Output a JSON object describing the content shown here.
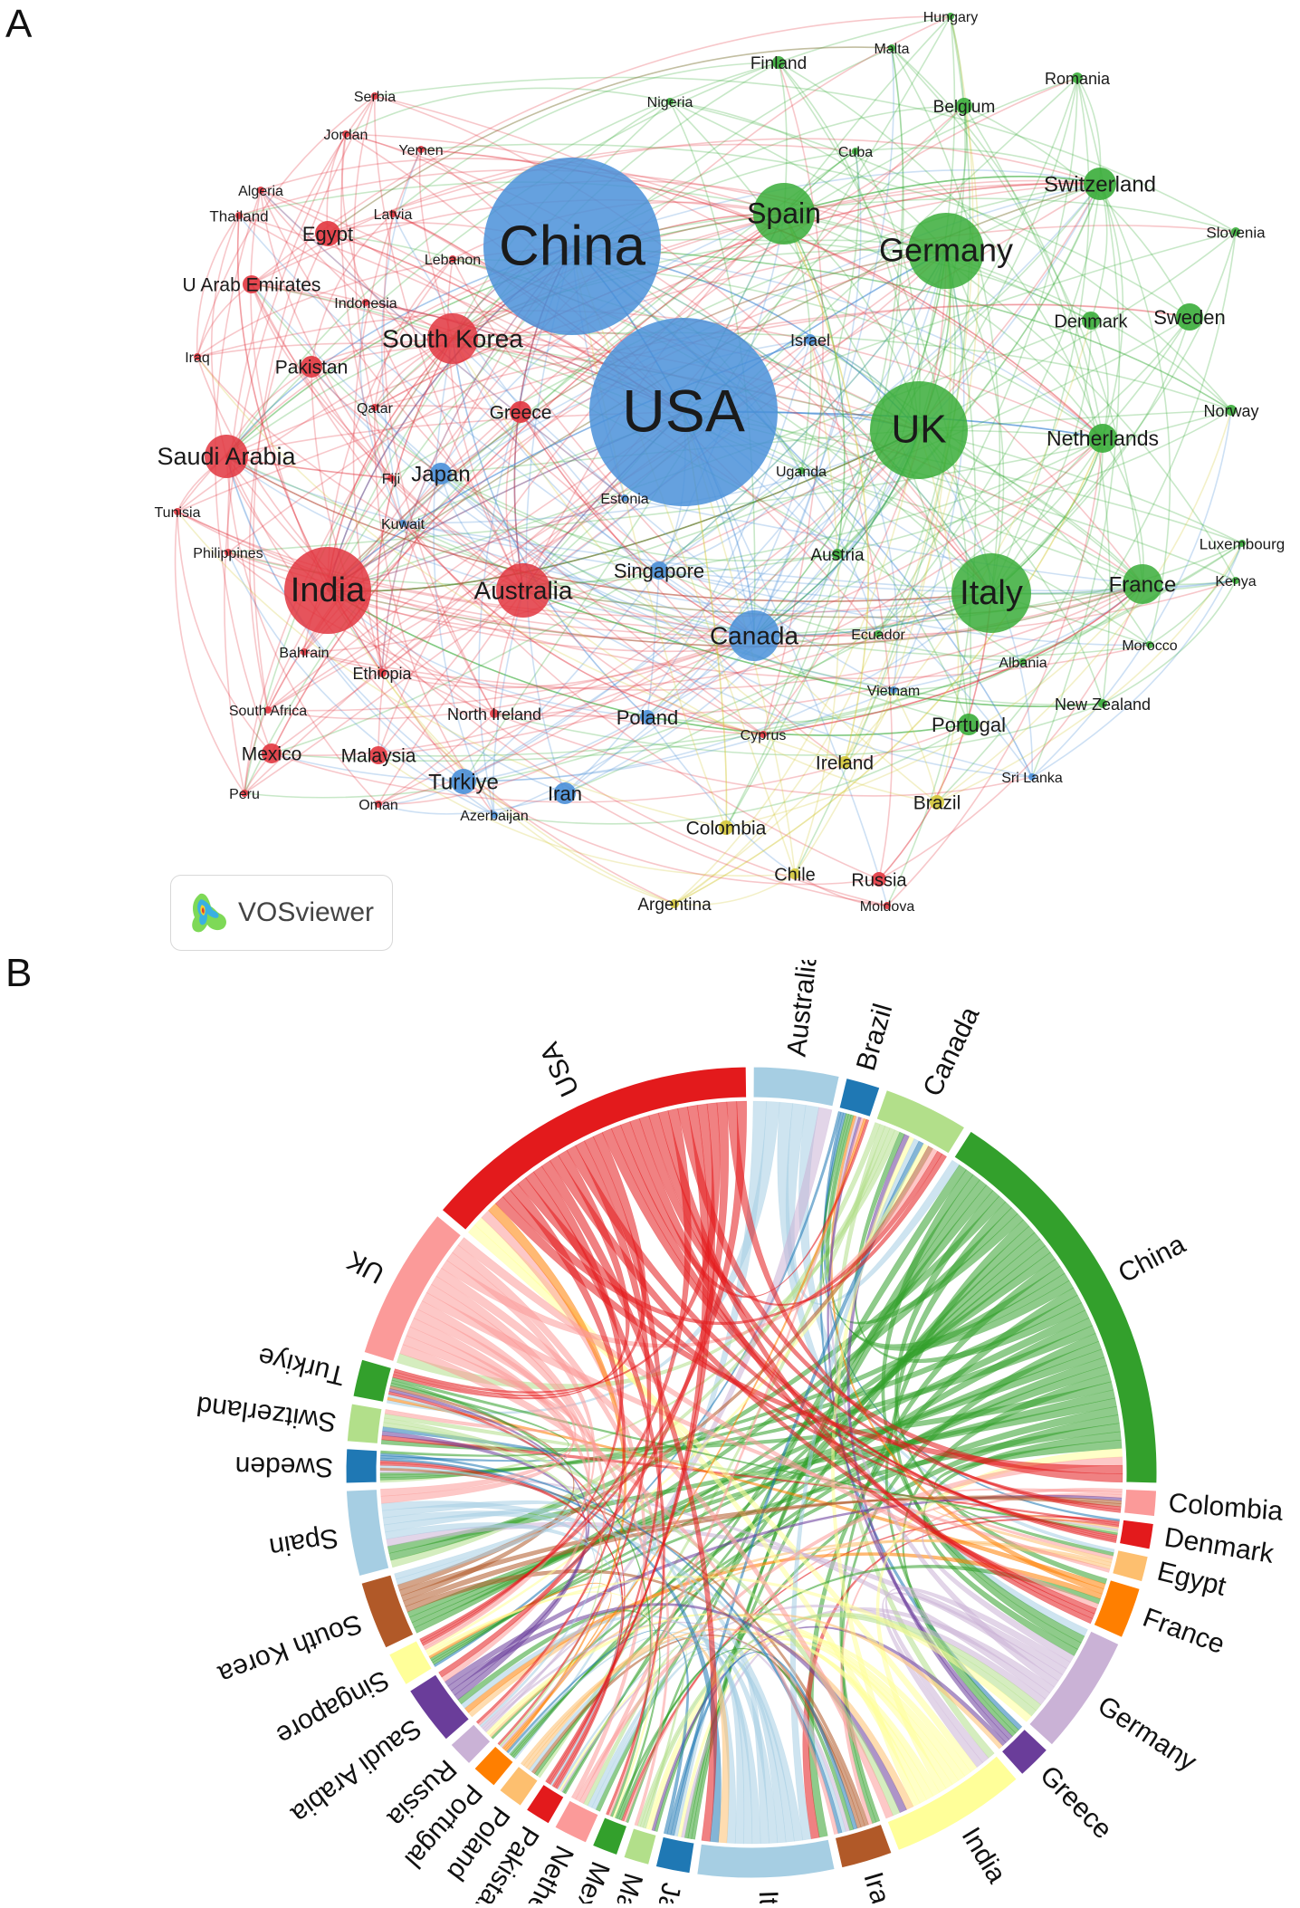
{
  "panels": {
    "a_letter": "A",
    "b_letter": "B",
    "vosviewer_label": "VOSviewer"
  },
  "colors": {
    "red": "#e2363f",
    "blue": "#4a90d9",
    "green": "#3aad3a",
    "yellow": "#d4c83a"
  },
  "network": {
    "nodes": [
      {
        "name": "China",
        "cluster": "blue",
        "size": 98,
        "fs": 62
      },
      {
        "name": "USA",
        "cluster": "blue",
        "size": 104,
        "fs": 66
      },
      {
        "name": "Germany",
        "cluster": "green",
        "size": 42,
        "fs": 36
      },
      {
        "name": "UK",
        "cluster": "green",
        "size": 54,
        "fs": 44
      },
      {
        "name": "Spain",
        "cluster": "green",
        "size": 34,
        "fs": 32
      },
      {
        "name": "Italy",
        "cluster": "green",
        "size": 44,
        "fs": 38
      },
      {
        "name": "India",
        "cluster": "red",
        "size": 48,
        "fs": 38
      },
      {
        "name": "Australia",
        "cluster": "red",
        "size": 30,
        "fs": 28
      },
      {
        "name": "South Korea",
        "cluster": "red",
        "size": 28,
        "fs": 28
      },
      {
        "name": "Saudi Arabia",
        "cluster": "red",
        "size": 24,
        "fs": 27
      },
      {
        "name": "Canada",
        "cluster": "blue",
        "size": 28,
        "fs": 28
      },
      {
        "name": "France",
        "cluster": "green",
        "size": 22,
        "fs": 24
      },
      {
        "name": "Switzerland",
        "cluster": "green",
        "size": 18,
        "fs": 24
      },
      {
        "name": "Netherlands",
        "cluster": "green",
        "size": 16,
        "fs": 23
      },
      {
        "name": "Sweden",
        "cluster": "green",
        "size": 15,
        "fs": 22
      },
      {
        "name": "Denmark",
        "cluster": "green",
        "size": 10,
        "fs": 20
      },
      {
        "name": "Belgium",
        "cluster": "green",
        "size": 9,
        "fs": 19
      },
      {
        "name": "Finland",
        "cluster": "green",
        "size": 7,
        "fs": 19
      },
      {
        "name": "Romania",
        "cluster": "green",
        "size": 6,
        "fs": 18
      },
      {
        "name": "Norway",
        "cluster": "green",
        "size": 6,
        "fs": 18
      },
      {
        "name": "Slovenia",
        "cluster": "green",
        "size": 5,
        "fs": 17
      },
      {
        "name": "Hungary",
        "cluster": "green",
        "size": 4,
        "fs": 16
      },
      {
        "name": "Malta",
        "cluster": "green",
        "size": 4,
        "fs": 16
      },
      {
        "name": "Cuba",
        "cluster": "green",
        "size": 4,
        "fs": 16
      },
      {
        "name": "Luxembourg",
        "cluster": "green",
        "size": 4,
        "fs": 17
      },
      {
        "name": "Kenya",
        "cluster": "green",
        "size": 4,
        "fs": 16
      },
      {
        "name": "Morocco",
        "cluster": "green",
        "size": 4,
        "fs": 16
      },
      {
        "name": "Austria",
        "cluster": "green",
        "size": 6,
        "fs": 19
      },
      {
        "name": "Albania",
        "cluster": "green",
        "size": 4,
        "fs": 16
      },
      {
        "name": "New Zealand",
        "cluster": "green",
        "size": 5,
        "fs": 18
      },
      {
        "name": "Portugal",
        "cluster": "green",
        "size": 12,
        "fs": 22
      },
      {
        "name": "Ecuador",
        "cluster": "green",
        "size": 4,
        "fs": 16
      },
      {
        "name": "Uganda",
        "cluster": "green",
        "size": 4,
        "fs": 16
      },
      {
        "name": "Nigeria",
        "cluster": "green",
        "size": 4,
        "fs": 16
      },
      {
        "name": "Israel",
        "cluster": "blue",
        "size": 6,
        "fs": 18
      },
      {
        "name": "Singapore",
        "cluster": "blue",
        "size": 10,
        "fs": 22
      },
      {
        "name": "Japan",
        "cluster": "blue",
        "size": 12,
        "fs": 24
      },
      {
        "name": "Poland",
        "cluster": "blue",
        "size": 8,
        "fs": 22
      },
      {
        "name": "Turkiye",
        "cluster": "blue",
        "size": 14,
        "fs": 24
      },
      {
        "name": "Iran",
        "cluster": "blue",
        "size": 12,
        "fs": 22
      },
      {
        "name": "Estonia",
        "cluster": "blue",
        "size": 4,
        "fs": 16
      },
      {
        "name": "Kuwait",
        "cluster": "blue",
        "size": 4,
        "fs": 16
      },
      {
        "name": "Vietnam",
        "cluster": "blue",
        "size": 4,
        "fs": 16
      },
      {
        "name": "Sri Lanka",
        "cluster": "blue",
        "size": 4,
        "fs": 16
      },
      {
        "name": "Azerbaijan",
        "cluster": "blue",
        "size": 4,
        "fs": 16
      },
      {
        "name": "Egypt",
        "cluster": "red",
        "size": 14,
        "fs": 22
      },
      {
        "name": "Pakistan",
        "cluster": "red",
        "size": 12,
        "fs": 21
      },
      {
        "name": "Greece",
        "cluster": "red",
        "size": 12,
        "fs": 21
      },
      {
        "name": "U Arab Emirates",
        "cluster": "red",
        "size": 10,
        "fs": 21
      },
      {
        "name": "Mexico",
        "cluster": "red",
        "size": 11,
        "fs": 21
      },
      {
        "name": "Malaysia",
        "cluster": "red",
        "size": 10,
        "fs": 21
      },
      {
        "name": "North Ireland",
        "cluster": "red",
        "size": 5,
        "fs": 18
      },
      {
        "name": "Ethiopia",
        "cluster": "red",
        "size": 5,
        "fs": 18
      },
      {
        "name": "Bahrain",
        "cluster": "red",
        "size": 4,
        "fs": 16
      },
      {
        "name": "South Africa",
        "cluster": "red",
        "size": 4,
        "fs": 16
      },
      {
        "name": "Peru",
        "cluster": "red",
        "size": 4,
        "fs": 16
      },
      {
        "name": "Oman",
        "cluster": "red",
        "size": 4,
        "fs": 16
      },
      {
        "name": "Philippines",
        "cluster": "red",
        "size": 4,
        "fs": 16
      },
      {
        "name": "Tunisia",
        "cluster": "red",
        "size": 4,
        "fs": 16
      },
      {
        "name": "Iraq",
        "cluster": "red",
        "size": 4,
        "fs": 16
      },
      {
        "name": "Indonesia",
        "cluster": "red",
        "size": 4,
        "fs": 16
      },
      {
        "name": "Thailand",
        "cluster": "red",
        "size": 4,
        "fs": 17
      },
      {
        "name": "Algeria",
        "cluster": "red",
        "size": 4,
        "fs": 16
      },
      {
        "name": "Latvia",
        "cluster": "red",
        "size": 4,
        "fs": 16
      },
      {
        "name": "Lebanon",
        "cluster": "red",
        "size": 4,
        "fs": 16
      },
      {
        "name": "Jordan",
        "cluster": "red",
        "size": 4,
        "fs": 16
      },
      {
        "name": "Serbia",
        "cluster": "red",
        "size": 4,
        "fs": 16
      },
      {
        "name": "Yemen",
        "cluster": "red",
        "size": 4,
        "fs": 16
      },
      {
        "name": "Qatar",
        "cluster": "red",
        "size": 4,
        "fs": 16
      },
      {
        "name": "Fiji",
        "cluster": "red",
        "size": 4,
        "fs": 16
      },
      {
        "name": "Cyprus",
        "cluster": "red",
        "size": 4,
        "fs": 16
      },
      {
        "name": "Russia",
        "cluster": "red",
        "size": 8,
        "fs": 20
      },
      {
        "name": "Moldova",
        "cluster": "red",
        "size": 4,
        "fs": 16
      },
      {
        "name": "Colombia",
        "cluster": "yellow",
        "size": 8,
        "fs": 21
      },
      {
        "name": "Ireland",
        "cluster": "yellow",
        "size": 7,
        "fs": 21
      },
      {
        "name": "Brazil",
        "cluster": "yellow",
        "size": 8,
        "fs": 21
      },
      {
        "name": "Chile",
        "cluster": "yellow",
        "size": 6,
        "fs": 20
      },
      {
        "name": "Argentina",
        "cluster": "yellow",
        "size": 5,
        "fs": 19
      }
    ]
  },
  "chord": {
    "segments": [
      {
        "name": "Australia",
        "color": "#a6cee3",
        "weight": 5
      },
      {
        "name": "Brazil",
        "color": "#1f78b4",
        "weight": 2
      },
      {
        "name": "Canada",
        "color": "#b2df8a",
        "weight": 5
      },
      {
        "name": "China",
        "color": "#33a02c",
        "weight": 24
      },
      {
        "name": "Colombia",
        "color": "#fb9a99",
        "weight": 1.5
      },
      {
        "name": "Denmark",
        "color": "#e31a1c",
        "weight": 1.5
      },
      {
        "name": "Egypt",
        "color": "#fdbf6f",
        "weight": 1.5
      },
      {
        "name": "France",
        "color": "#ff7f00",
        "weight": 3
      },
      {
        "name": "Germany",
        "color": "#cab2d6",
        "weight": 7
      },
      {
        "name": "Greece",
        "color": "#6a3d9a",
        "weight": 2
      },
      {
        "name": "India",
        "color": "#ffff99",
        "weight": 8
      },
      {
        "name": "Iran",
        "color": "#b15928",
        "weight": 3
      },
      {
        "name": "Italy",
        "color": "#a6cee3",
        "weight": 8
      },
      {
        "name": "Japan",
        "color": "#1f78b4",
        "weight": 2
      },
      {
        "name": "Malaysia",
        "color": "#b2df8a",
        "weight": 1.5
      },
      {
        "name": "Mexico",
        "color": "#33a02c",
        "weight": 1.5
      },
      {
        "name": "Netherlands",
        "color": "#fb9a99",
        "weight": 2
      },
      {
        "name": "Pakistan",
        "color": "#e31a1c",
        "weight": 1.5
      },
      {
        "name": "Poland",
        "color": "#fdbf6f",
        "weight": 1.5
      },
      {
        "name": "Portugal",
        "color": "#ff7f00",
        "weight": 1.5
      },
      {
        "name": "Russia",
        "color": "#cab2d6",
        "weight": 1.5
      },
      {
        "name": "Saudi Arabia",
        "color": "#6a3d9a",
        "weight": 3.5
      },
      {
        "name": "Singapore",
        "color": "#ffff99",
        "weight": 2
      },
      {
        "name": "South Korea",
        "color": "#b15928",
        "weight": 4
      },
      {
        "name": "Spain",
        "color": "#a6cee3",
        "weight": 5
      },
      {
        "name": "Sweden",
        "color": "#1f78b4",
        "weight": 2
      },
      {
        "name": "Switzerland",
        "color": "#b2df8a",
        "weight": 2.2
      },
      {
        "name": "Turkiye",
        "color": "#33a02c",
        "weight": 2.2
      },
      {
        "name": "UK",
        "color": "#fb9a99",
        "weight": 9
      },
      {
        "name": "USA",
        "color": "#e31a1c",
        "weight": 20
      }
    ]
  }
}
